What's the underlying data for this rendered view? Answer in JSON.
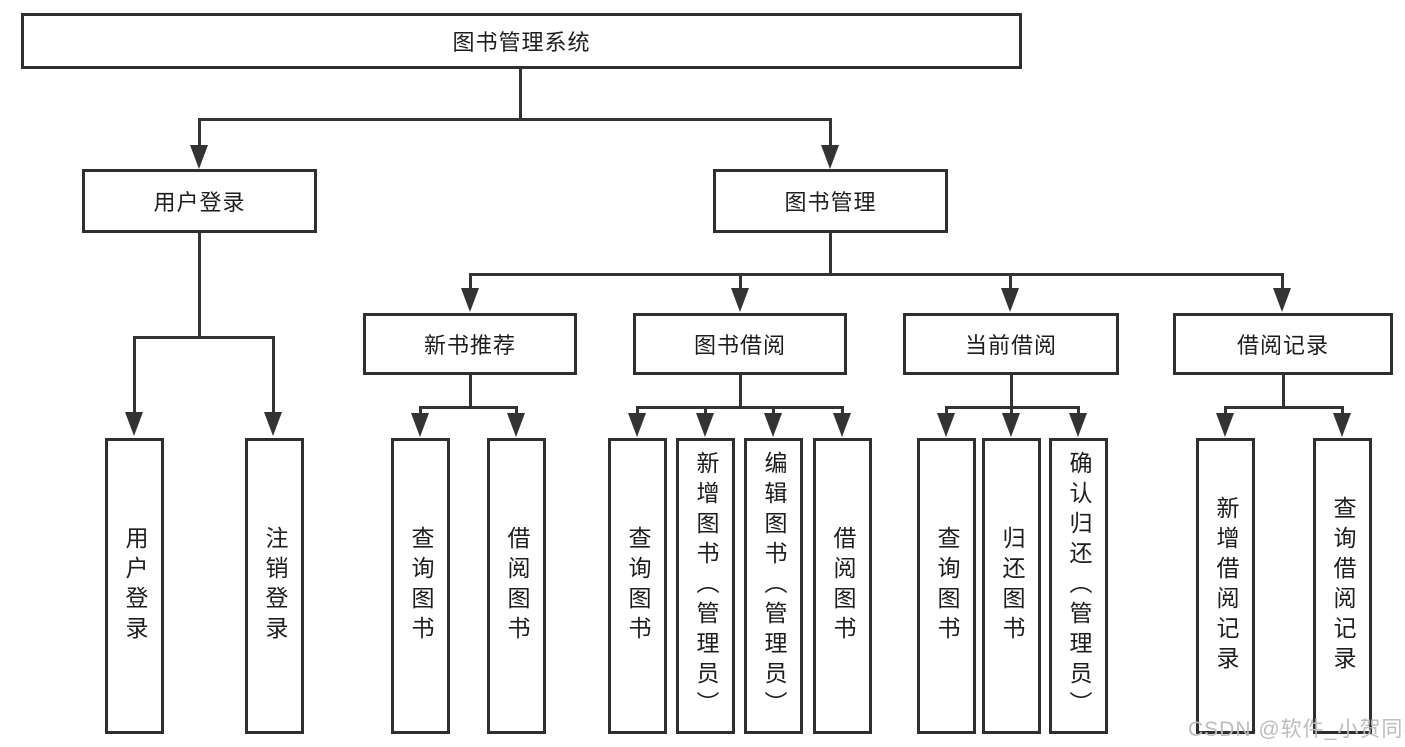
{
  "diagram": {
    "title": "图书管理系统",
    "nodes": {
      "root": {
        "label": "图书管理系统"
      },
      "user_login": {
        "label": "用户登录"
      },
      "book_management": {
        "label": "图书管理"
      },
      "new_book_recommend": {
        "label": "新书推荐"
      },
      "book_borrow": {
        "label": "图书借阅"
      },
      "current_borrow": {
        "label": "当前借阅"
      },
      "borrow_record": {
        "label": "借阅记录"
      },
      "leaf_user_login": {
        "label": "用户登录"
      },
      "leaf_logout": {
        "label": "注销登录"
      },
      "leaf_query_book_a": {
        "label": "查询图书"
      },
      "leaf_borrow_book_a": {
        "label": "借阅图书"
      },
      "leaf_query_book_b": {
        "label": "查询图书"
      },
      "leaf_add_book": {
        "label": "新增图书（管理员）"
      },
      "leaf_edit_book": {
        "label": "编辑图书（管理员）"
      },
      "leaf_borrow_book_b": {
        "label": "借阅图书"
      },
      "leaf_query_book_c": {
        "label": "查询图书"
      },
      "leaf_return_book": {
        "label": "归还图书"
      },
      "leaf_confirm_return": {
        "label": "确认归还（管理员）"
      },
      "leaf_add_record": {
        "label": "新增借阅记录"
      },
      "leaf_query_record": {
        "label": "查询借阅记录"
      }
    },
    "hierarchy": {
      "图书管理系统": [
        "用户登录",
        "图书管理"
      ],
      "用户登录": [
        "用户登录",
        "注销登录"
      ],
      "图书管理": [
        "新书推荐",
        "图书借阅",
        "当前借阅",
        "借阅记录"
      ],
      "新书推荐": [
        "查询图书",
        "借阅图书"
      ],
      "图书借阅": [
        "查询图书",
        "新增图书（管理员）",
        "编辑图书（管理员）",
        "借阅图书"
      ],
      "当前借阅": [
        "查询图书",
        "归还图书",
        "确认归还（管理员）"
      ],
      "借阅记录": [
        "新增借阅记录",
        "查询借阅记录"
      ]
    },
    "colors": {
      "line": "#333333",
      "box_border": "#2f2f2f",
      "text": "#1d1d1d",
      "background": "#ffffff",
      "watermark": "#bdbdbd"
    }
  },
  "watermark": {
    "text": "CSDN @软件_小贺同学"
  }
}
